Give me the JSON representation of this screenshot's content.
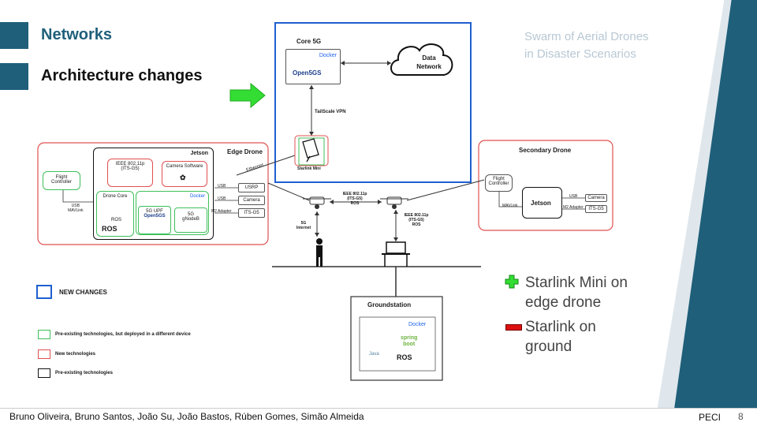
{
  "slide": {
    "heading_1": "Networks",
    "heading_2": "Architecture changes",
    "watermark_line1": "Swarm of Aerial Drones",
    "watermark_line2": "in Disaster Scenarios",
    "footer_authors": "Bruno Oliveira, Bruno Santos, João Su, João Bastos, Rúben Gomes, Simão Almeida",
    "footer_course": "PECI",
    "page_number": "8"
  },
  "core": {
    "title": "Core 5G",
    "docker": "Docker",
    "open5gs": "Open5GS",
    "data_network": "Data\nNetwork",
    "vpn": "TailScale VPN",
    "starlink": "Starlink Mini"
  },
  "edge": {
    "title": "Edge Drone",
    "jetson": "Jetson",
    "ieee": "IEEE 802.11p\n(ITS-G5)",
    "camera_sw": "Camera Software",
    "drone_core": "Drone Core",
    "docker": "Docker",
    "ros": "ROS",
    "ros_logo": "ROS",
    "upf": "5G UPF",
    "upf_open5gs": "Open5GS",
    "gnodeb": "5G\ngNodeB",
    "usrp": "USRP",
    "camera": "Camera",
    "its_g5": "ITS-G5",
    "usb1": "USB",
    "usb2": "USB",
    "m2": "M2 Adapter",
    "ethernet": "Ethernet",
    "flight_controller": "Flight\nController",
    "usb_mavlink": "USB\nMAVLink"
  },
  "secondary": {
    "title": "Secondary Drone",
    "flight_controller": "Flight\nController",
    "jetson": "Jetson",
    "camera": "Camera",
    "its_g5": "ITS-G5",
    "usb": "USB",
    "m2": "M2 Adapter",
    "mavlink": "MAVLink"
  },
  "links": {
    "ieee_mid": "IEEE 802.11p\n(ITS-G5)\nROS",
    "ieee_down": "IEEE 802.11p\n(ITS-G5)\nROS",
    "internet": "5G\nInternet"
  },
  "ground": {
    "title": "Groundstation",
    "docker": "Docker",
    "spring": "spring\nboot",
    "java": "Java",
    "ros": "ROS"
  },
  "legend": {
    "new_changes": "NEW CHANGES",
    "preexisting_diff": "Pre-existing technologies, but deployed in a different device",
    "new_tech": "New technologies",
    "preexisting": "Pre-existing technologies"
  },
  "changes": {
    "plus_text": "Starlink Mini on\nedge drone",
    "minus_text": "Starlink on\nground"
  },
  "colors": {
    "brand": "#1f5f7a",
    "red": "#e05050",
    "green": "#3fbf5a",
    "blue": "#1f5fd0",
    "arrow_green": "#33dd33"
  }
}
